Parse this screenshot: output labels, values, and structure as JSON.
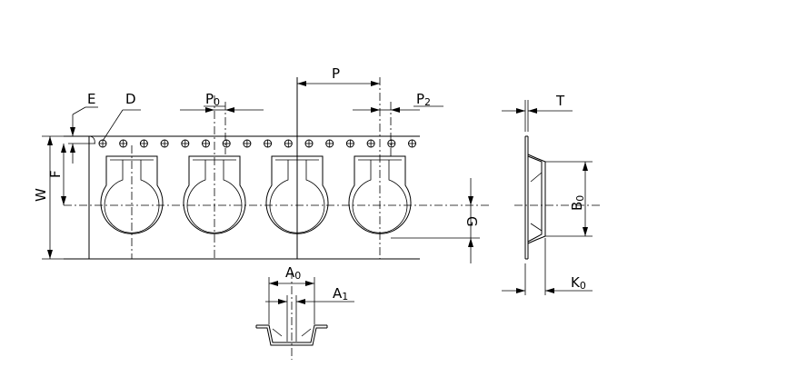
{
  "colors": {
    "line": "#000000",
    "background": "#ffffff"
  },
  "labels": {
    "E": "E",
    "D": "D",
    "P0": "P0",
    "P": "P",
    "P2": "P2",
    "T": "T",
    "F": "F",
    "W": "W",
    "G": "G",
    "B0": "B0",
    "K0": "K0",
    "A0": "A0",
    "A1": "A1"
  }
}
